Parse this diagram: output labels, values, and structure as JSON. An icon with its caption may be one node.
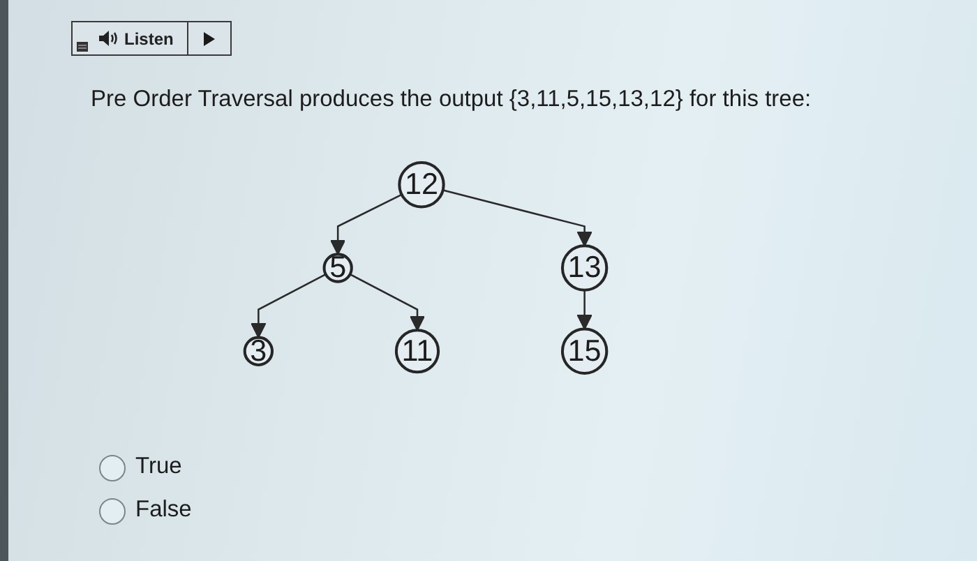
{
  "diagram": {
    "nodes": [
      {
        "text": [
          "12"
        ]
      },
      {
        "text": [
          "5"
        ]
      },
      {
        "text": [
          "13"
        ]
      },
      {
        "text": [
          "3"
        ]
      },
      {
        "text": [
          "11"
        ]
      },
      {
        "text": [
          "15"
        ]
      }
    ],
    "edges": [
      {
        "from": 0,
        "to": 1,
        "arrow": "to"
      },
      {
        "from": 0,
        "to": 2,
        "arrow": "to"
      },
      {
        "from": 1,
        "to": 3,
        "arrow": "to"
      },
      {
        "from": 1,
        "to": 4,
        "arrow": "to"
      },
      {
        "from": 2,
        "to": 5,
        "arrow": "to"
      }
    ],
    "labels": [
      "Listen",
      "Pre Order Traversal produces the output {3,11,5,15,13,12} for this tree:",
      "True",
      "False"
    ]
  }
}
